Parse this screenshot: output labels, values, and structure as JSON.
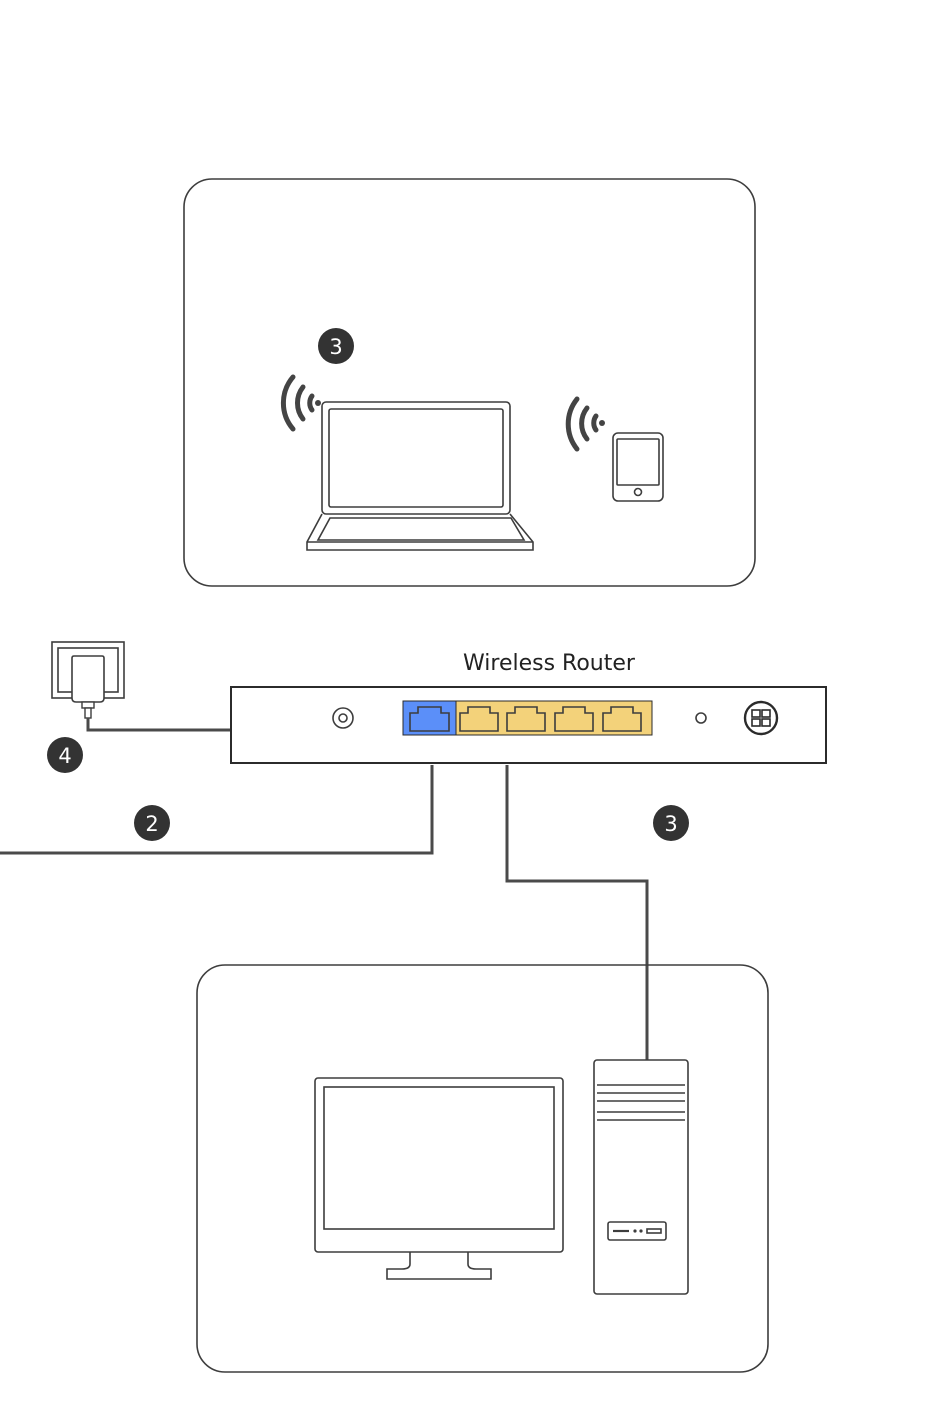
{
  "router": {
    "label": "Wireless Router"
  },
  "badges": {
    "wireless_clients": "3",
    "power": "4",
    "wan": "2",
    "lan": "3"
  },
  "colors": {
    "wan_port": "#5b8ff9",
    "lan_ports": "#f3d27a",
    "line": "#3d3d3d"
  },
  "icons": [
    "laptop-icon",
    "tablet-icon",
    "wifi-icon",
    "power-adapter-icon",
    "desktop-monitor-icon",
    "pc-tower-icon",
    "wps-button-icon"
  ]
}
